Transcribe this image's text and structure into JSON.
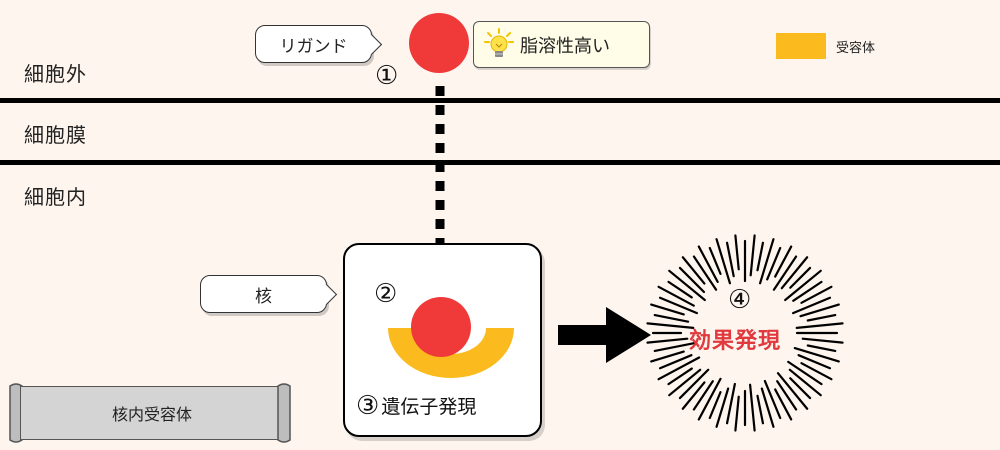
{
  "regions": {
    "outside": "細胞外",
    "membrane": "細胞膜",
    "inside": "細胞内"
  },
  "ligand": {
    "callout": "リガンド",
    "step": "①",
    "color": "#f03a3a"
  },
  "lipophilic": {
    "label": "脂溶性高い",
    "icon": "lightbulb-icon"
  },
  "legend": {
    "label": "受容体",
    "color": "#fbbb1f"
  },
  "nucleus": {
    "callout": "核",
    "step_bind": "②",
    "step_expr": "③",
    "expr_label": "遺伝子発現"
  },
  "effect": {
    "step": "④",
    "label": "効果発現"
  },
  "banner": {
    "label": "核内受容体"
  }
}
